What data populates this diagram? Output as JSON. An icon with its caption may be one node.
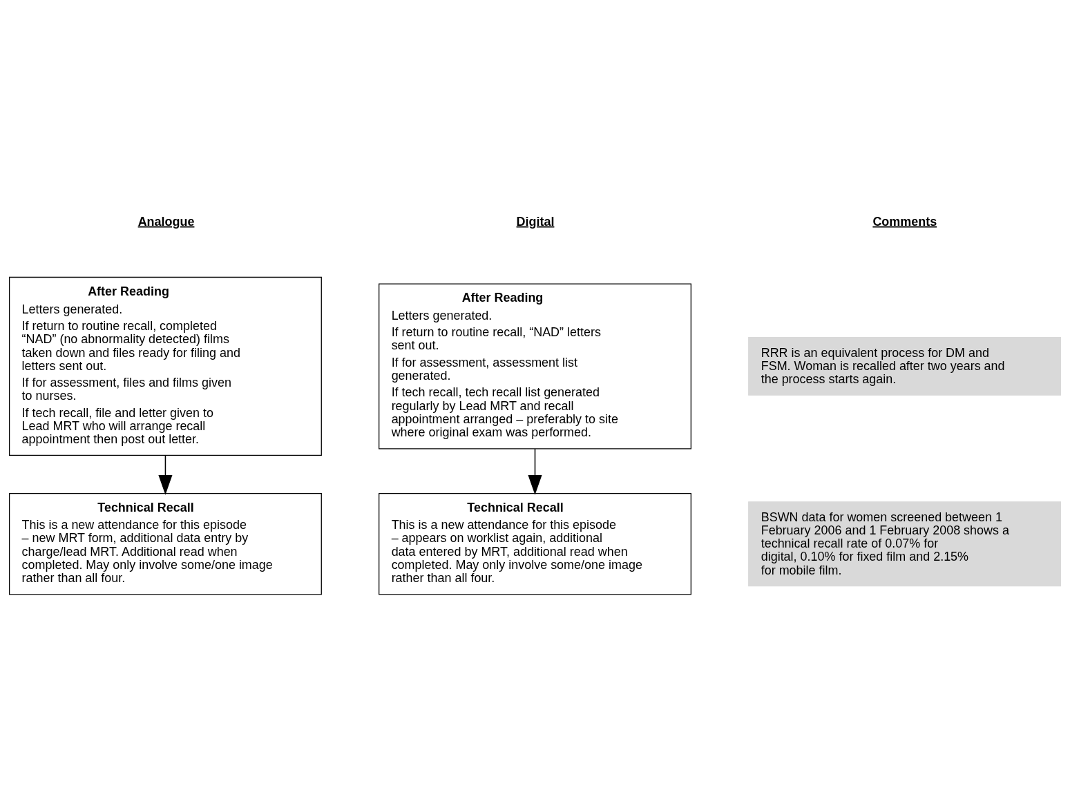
{
  "diagram": {
    "nodes": [
      {
        "text": [
          "After Reading",
          "Letters generated.",
          "If return to routine recall, completed “NAD” (no abnormality detected) films taken down and files ready for filing and letters sent out.",
          "If for assessment, files and films given to nurses.",
          "If tech recall, file and letter given to Lead MRT who will arrange recall appointment then post out letter."
        ]
      },
      {
        "text": [
          "Technical Recall",
          "This is a new attendance for this episode – new MRT form, additional data entry by charge/lead MRT. Additional read when completed. May only involve some/one image rather than all four."
        ]
      },
      {
        "text": [
          "After Reading",
          "Letters generated.",
          "If return to routine recall, “NAD” letters sent out.",
          "If for assessment, assessment list generated.",
          "If tech recall, tech recall list generated regularly by Lead MRT and recall appointment arranged – preferably to site where original exam was performed."
        ]
      },
      {
        "text": [
          "Technical Recall",
          "This is a new attendance for this episode – appears on worklist again, additional data entered by MRT, additional read when completed. May only involve some/one image rather than all four."
        ]
      },
      {
        "text": [
          "RRR is an equivalent process for DM and FSM. Woman is recalled after two years and the process starts again."
        ]
      },
      {
        "text": [
          "BSWN data for women screened between 1 February 2006 and 1 February 2008 shows a technical recall rate of 0.07% for digital, 0.10% for fixed film and 2.15% for mobile film."
        ]
      }
    ],
    "edges": [
      {
        "from": 0,
        "to": 1,
        "arrow": "to"
      },
      {
        "from": 2,
        "to": 3,
        "arrow": "to"
      }
    ],
    "labels": [
      "Analogue",
      "Digital",
      "Comments"
    ]
  }
}
